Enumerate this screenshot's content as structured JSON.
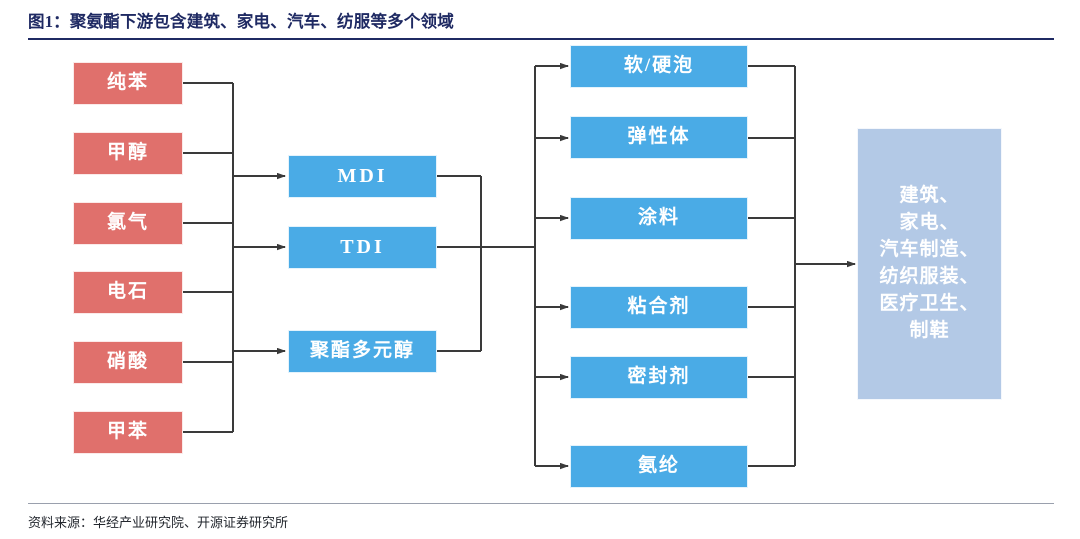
{
  "header": {
    "title": "图1：聚氨酯下游包含建筑、家电、汽车、纺服等多个领域"
  },
  "footer": {
    "source": "资料来源：华经产业研究院、开源证券研究所"
  },
  "colors": {
    "title": "#1f2a63",
    "raw_material": "#e0706c",
    "intermediate": "#4aabe6",
    "application": "#4aabe6",
    "sector": "#b3c9e6",
    "connector": "#3a3a3a",
    "rule": "#1f2a63"
  },
  "diagram": {
    "type": "flow-chart",
    "raw_materials": [
      {
        "label": "纯苯"
      },
      {
        "label": "甲醇"
      },
      {
        "label": "氯气"
      },
      {
        "label": "电石"
      },
      {
        "label": "硝酸"
      },
      {
        "label": "甲苯"
      }
    ],
    "intermediates": [
      {
        "label": "MDI"
      },
      {
        "label": "TDI"
      },
      {
        "label": "聚酯多元醇"
      }
    ],
    "applications": [
      {
        "label": "软/硬泡"
      },
      {
        "label": "弹性体"
      },
      {
        "label": "涂料"
      },
      {
        "label": "粘合剂"
      },
      {
        "label": "密封剂"
      },
      {
        "label": "氨纶"
      }
    ],
    "sectors": {
      "lines": [
        "建筑、",
        "家电、",
        "汽车制造、",
        "纺织服装、",
        "医疗卫生、",
        "制鞋"
      ]
    }
  }
}
